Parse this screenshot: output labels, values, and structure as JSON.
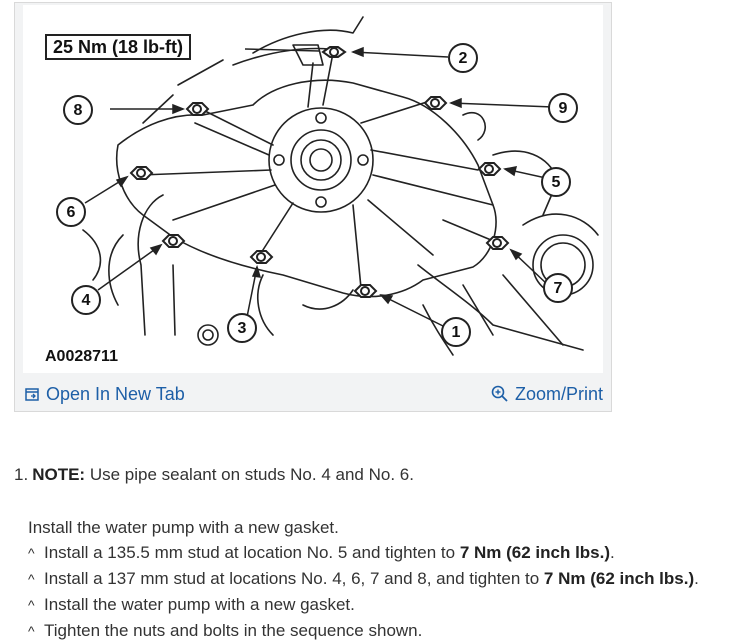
{
  "figure": {
    "torque_label": "25 Nm (18 lb-ft)",
    "figure_id": "A0028711",
    "callouts": [
      "1",
      "2",
      "3",
      "4",
      "5",
      "6",
      "7",
      "8",
      "9"
    ]
  },
  "toolbar": {
    "open_label": "Open In New Tab",
    "zoom_label": "Zoom/Print",
    "open_icon": "external-window-icon",
    "zoom_icon": "magnifier-plus-icon",
    "link_color": "#1d5fa7"
  },
  "step": {
    "number": "1.",
    "note_label": "NOTE:",
    "note_text": "Use pipe sealant on studs No. 4 and No. 6.",
    "intro": "Install the water pump with a new gasket.",
    "items": [
      {
        "text": "Install a 135.5 mm stud at location No. 5 and tighten to ",
        "bold": "7 Nm (62 inch lbs.)",
        "tail": "."
      },
      {
        "text": "Install a 137 mm stud at locations No. 4, 6, 7 and 8, and tighten to ",
        "bold": "7 Nm (62 inch lbs.)",
        "tail": "."
      },
      {
        "text": "Install the water pump with a new gasket.",
        "bold": "",
        "tail": ""
      },
      {
        "text": "Tighten the nuts and bolts in the sequence shown.",
        "bold": "",
        "tail": ""
      }
    ]
  }
}
